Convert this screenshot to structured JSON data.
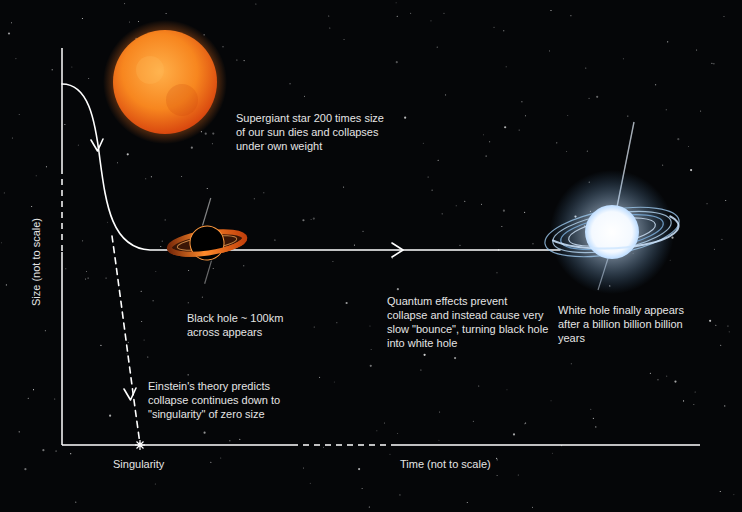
{
  "diagram": {
    "labels": [
      "Supergiant star 200 times size of our sun dies and collapses under own weight",
      "Black hole ~ 100km across appears",
      "Quantum effects prevent collapse and instead cause very slow \"bounce\", turning black hole into white hole",
      "White hole finally appears after a billion billion billion years",
      "Einstein's theory predicts collapse continues down to \"singularity\" of zero size",
      "Singularity",
      "Time (not to scale)",
      "Size (not to scale)"
    ]
  }
}
